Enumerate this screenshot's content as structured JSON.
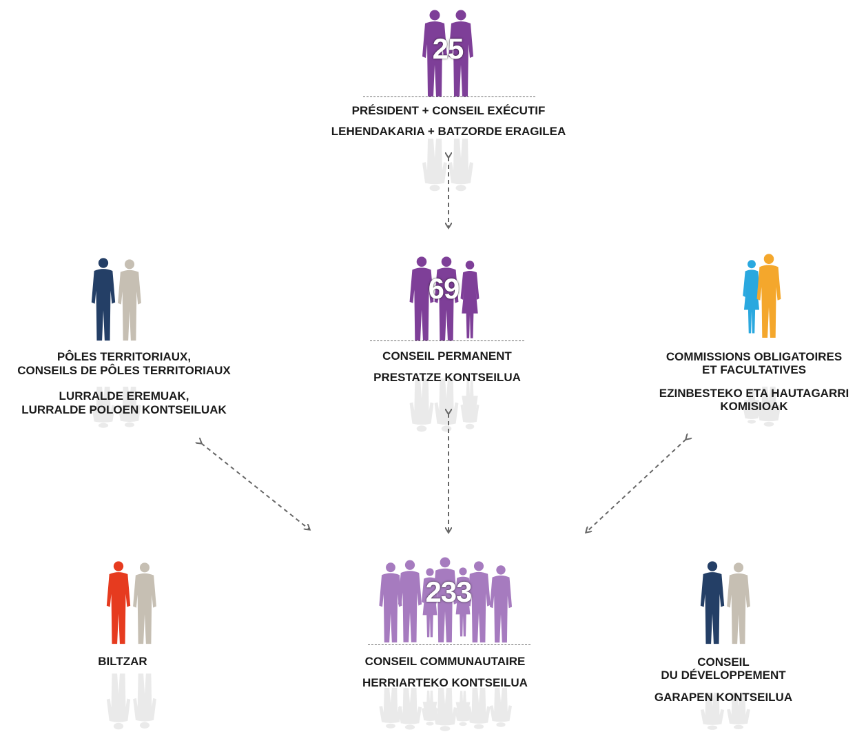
{
  "colors": {
    "purple": "#7e3f98",
    "lavender": "#a67bbf",
    "navy": "#243f66",
    "beige": "#c6bfb3",
    "red": "#e63b1f",
    "cyan": "#2aa8df",
    "orange": "#f4a72c",
    "arrow": "#666666"
  },
  "nodes": {
    "executive": {
      "count": "25",
      "label_fr": "PRÉSIDENT + CONSEIL EXÉCUTIF",
      "label_eu": "LEHENDAKARIA + BATZORDE ERAGILEA"
    },
    "permanent": {
      "count": "69",
      "label_fr": "CONSEIL PERMANENT",
      "label_eu": "PRESTATZE KONTSEILUA"
    },
    "poles": {
      "label_fr_1": "PÔLES TERRITORIAUX,",
      "label_fr_2": "CONSEILS DE PÔLES TERRITORIAUX",
      "label_eu_1": "LURRALDE EREMUAK,",
      "label_eu_2": "LURRALDE POLOEN KONTSEILUAK"
    },
    "commissions": {
      "label_fr_1": "COMMISSIONS OBLIGATOIRES",
      "label_fr_2": "ET FACULTATIVES",
      "label_eu_1": "EZINBESTEKO ETA HAUTAGARRI",
      "label_eu_2": "KOMISIOAK"
    },
    "biltzar": {
      "label": "BILTZAR"
    },
    "communautaire": {
      "count": "233",
      "label_fr": "CONSEIL COMMUNAUTAIRE",
      "label_eu": "HERRIARTEKO KONTSEILUA"
    },
    "developpement": {
      "label_fr_1": "CONSEIL",
      "label_fr_2": "DU DÉVELOPPEMENT",
      "label_eu": "GARAPEN KONTSEILUA"
    }
  }
}
